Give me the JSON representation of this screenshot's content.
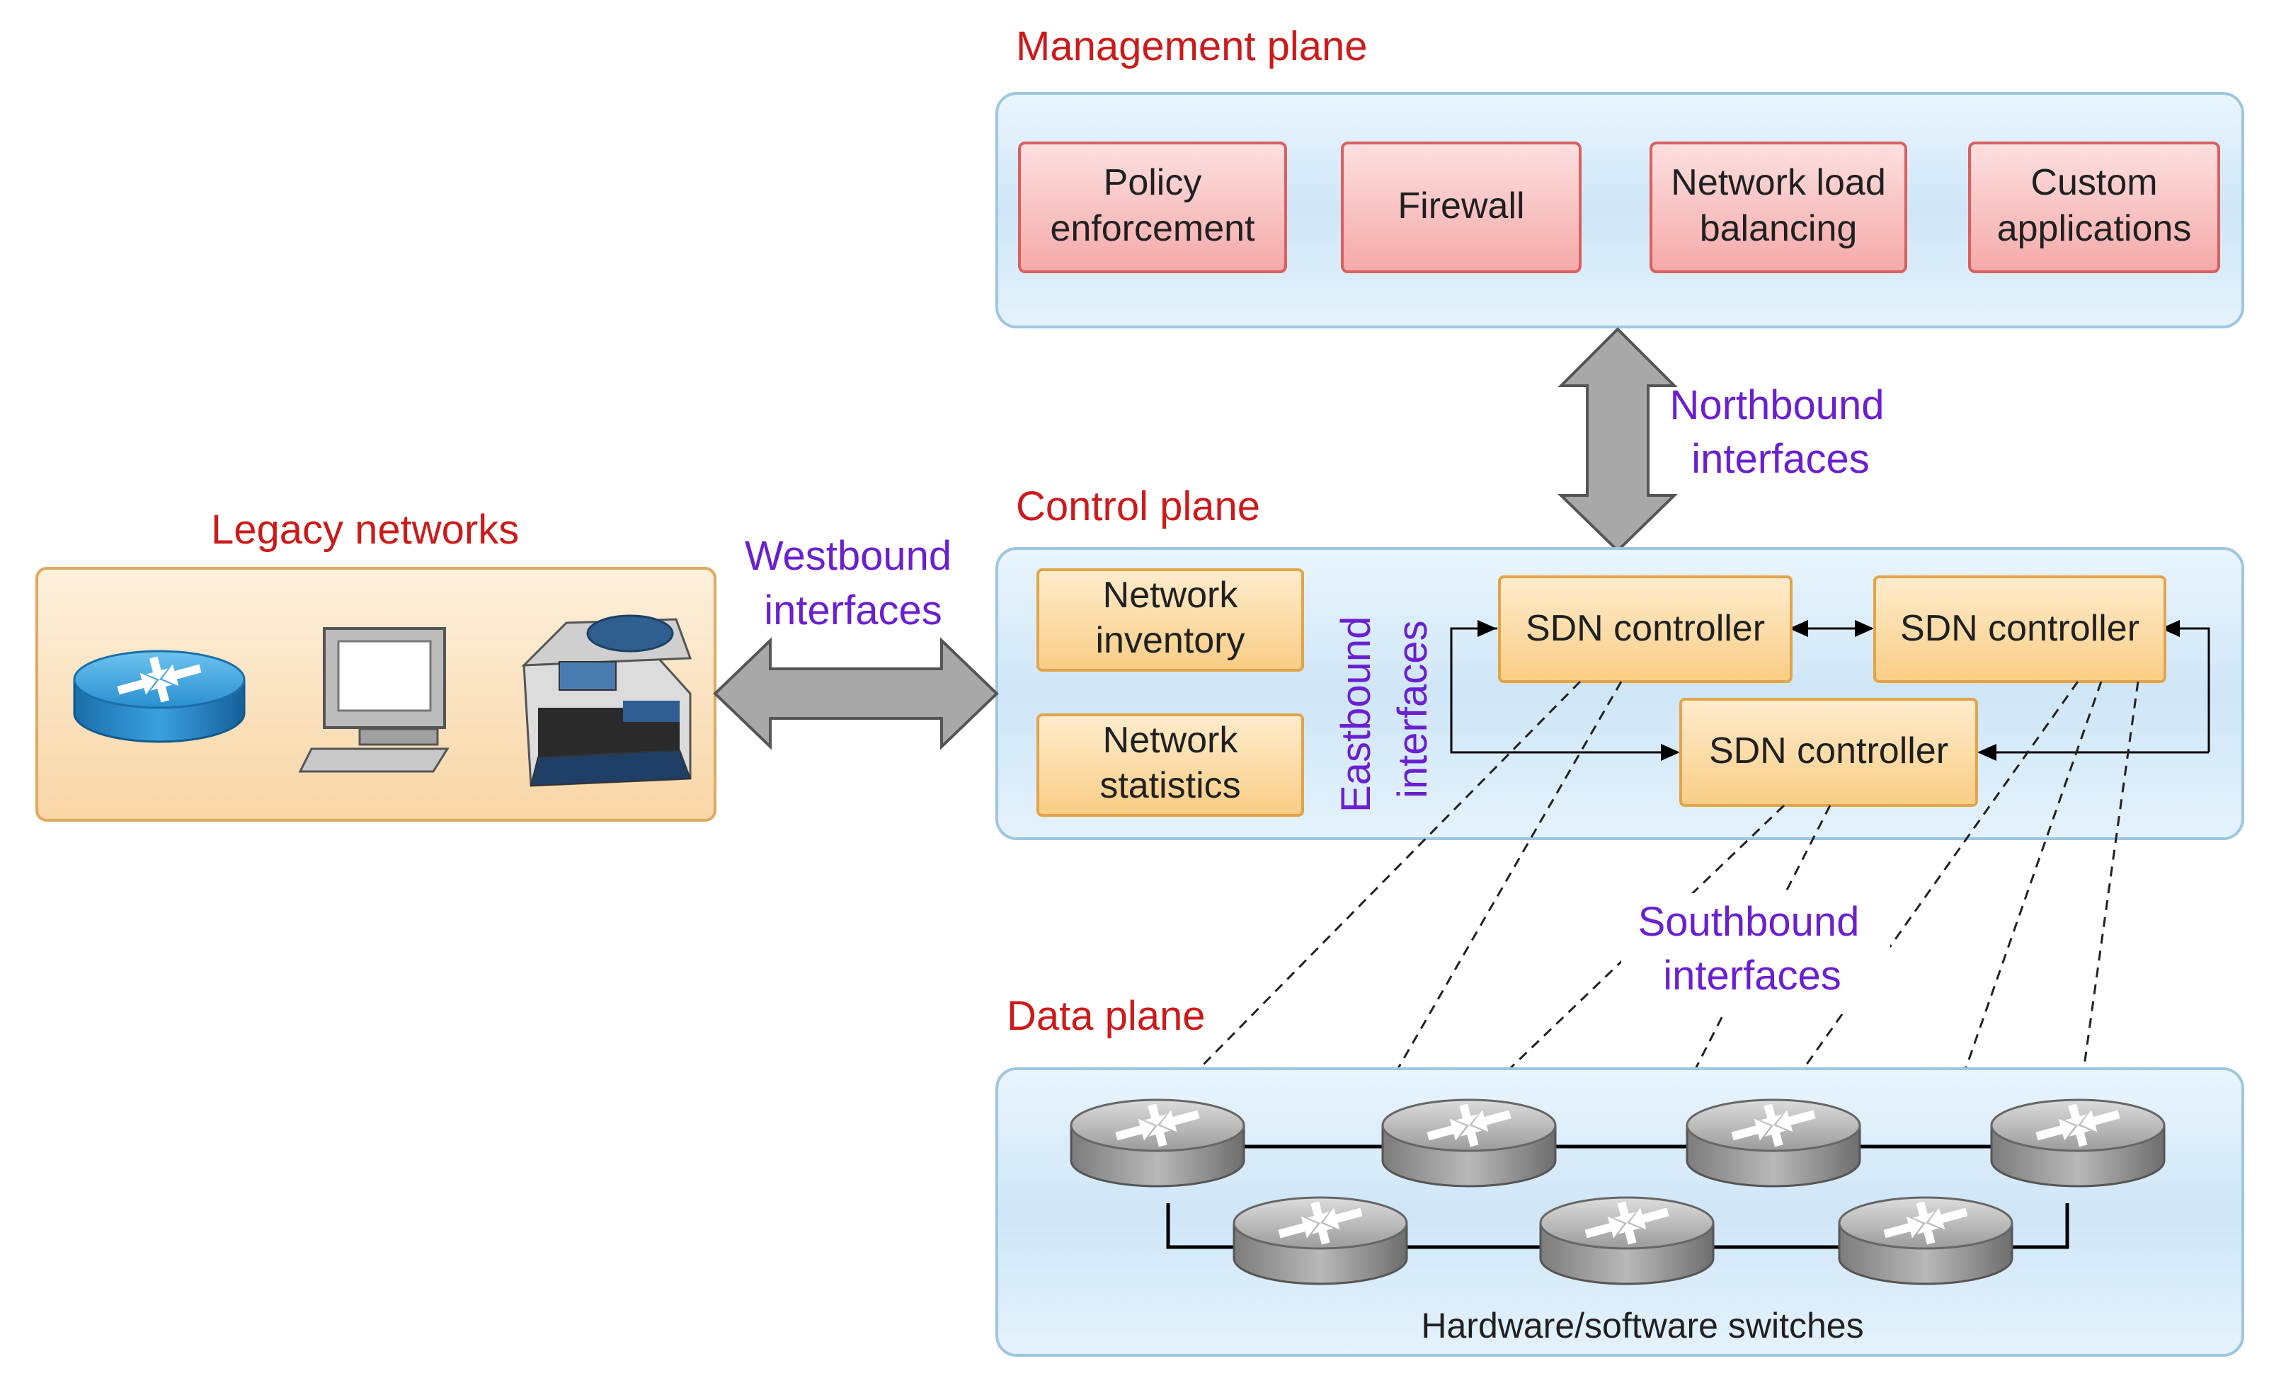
{
  "planes": {
    "management": {
      "title": "Management plane",
      "apps": [
        {
          "line1": "Policy",
          "line2": "enforcement"
        },
        {
          "line1": "Firewall",
          "line2": ""
        },
        {
          "line1": "Network load",
          "line2": "balancing"
        },
        {
          "line1": "Custom",
          "line2": "applications"
        }
      ]
    },
    "control": {
      "title": "Control plane",
      "services": [
        {
          "line1": "Network",
          "line2": "inventory"
        },
        {
          "line1": "Network",
          "line2": "statistics"
        }
      ],
      "controllers": [
        "SDN controller",
        "SDN controller",
        "SDN controller"
      ]
    },
    "data": {
      "title": "Data plane",
      "caption": "Hardware/software switches"
    },
    "legacy": {
      "title": "Legacy networks"
    }
  },
  "interfaces": {
    "northbound": {
      "line1": "Northbound",
      "line2": "interfaces"
    },
    "southbound": {
      "line1": "Southbound",
      "line2": "interfaces"
    },
    "westbound": {
      "line1": "Westbound",
      "line2": "interfaces"
    },
    "eastbound": {
      "line1": "Eastbound",
      "line2": "interfaces"
    }
  },
  "colors": {
    "plane_fill": "#cfe6f7",
    "plane_border": "#9ec6df",
    "app_fill": "#f7b8b8",
    "app_border": "#d9605f",
    "service_fill": "#fbd79a",
    "service_border": "#e2a44a",
    "legacy_fill": "#fbe0b8",
    "legacy_border": "#e0a860",
    "arrow_fill": "#a8a8a8",
    "title_red": "#cc1a1a",
    "title_purple": "#6a1fd0"
  },
  "icons": [
    "router-icon",
    "desktop-computer-icon",
    "printer-icon",
    "switch-icon"
  ]
}
